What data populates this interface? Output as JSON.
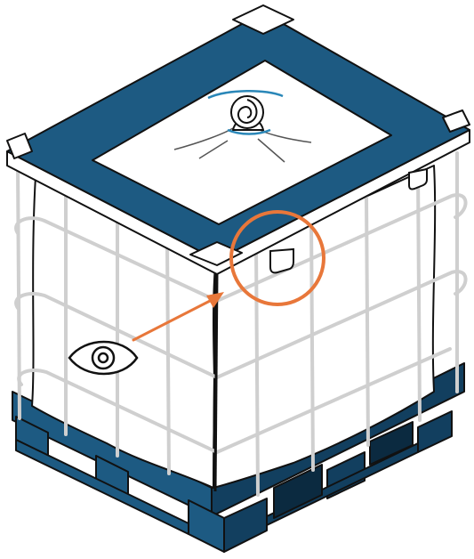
{
  "illustration": {
    "subject": "ibc-container-with-liner-on-pallet",
    "colors": {
      "pallet": "#1d5a82",
      "pallet_dark": "#123f5f",
      "lid": "#1d5a82",
      "highlight": "#e8773a",
      "outline": "#111111",
      "cage": "#cfcfcf",
      "liner": "#ffffff",
      "tie": "#2a87b8"
    },
    "icons": [
      "eye-icon",
      "arrow-icon",
      "highlight-circle",
      "bracket-tab"
    ]
  }
}
